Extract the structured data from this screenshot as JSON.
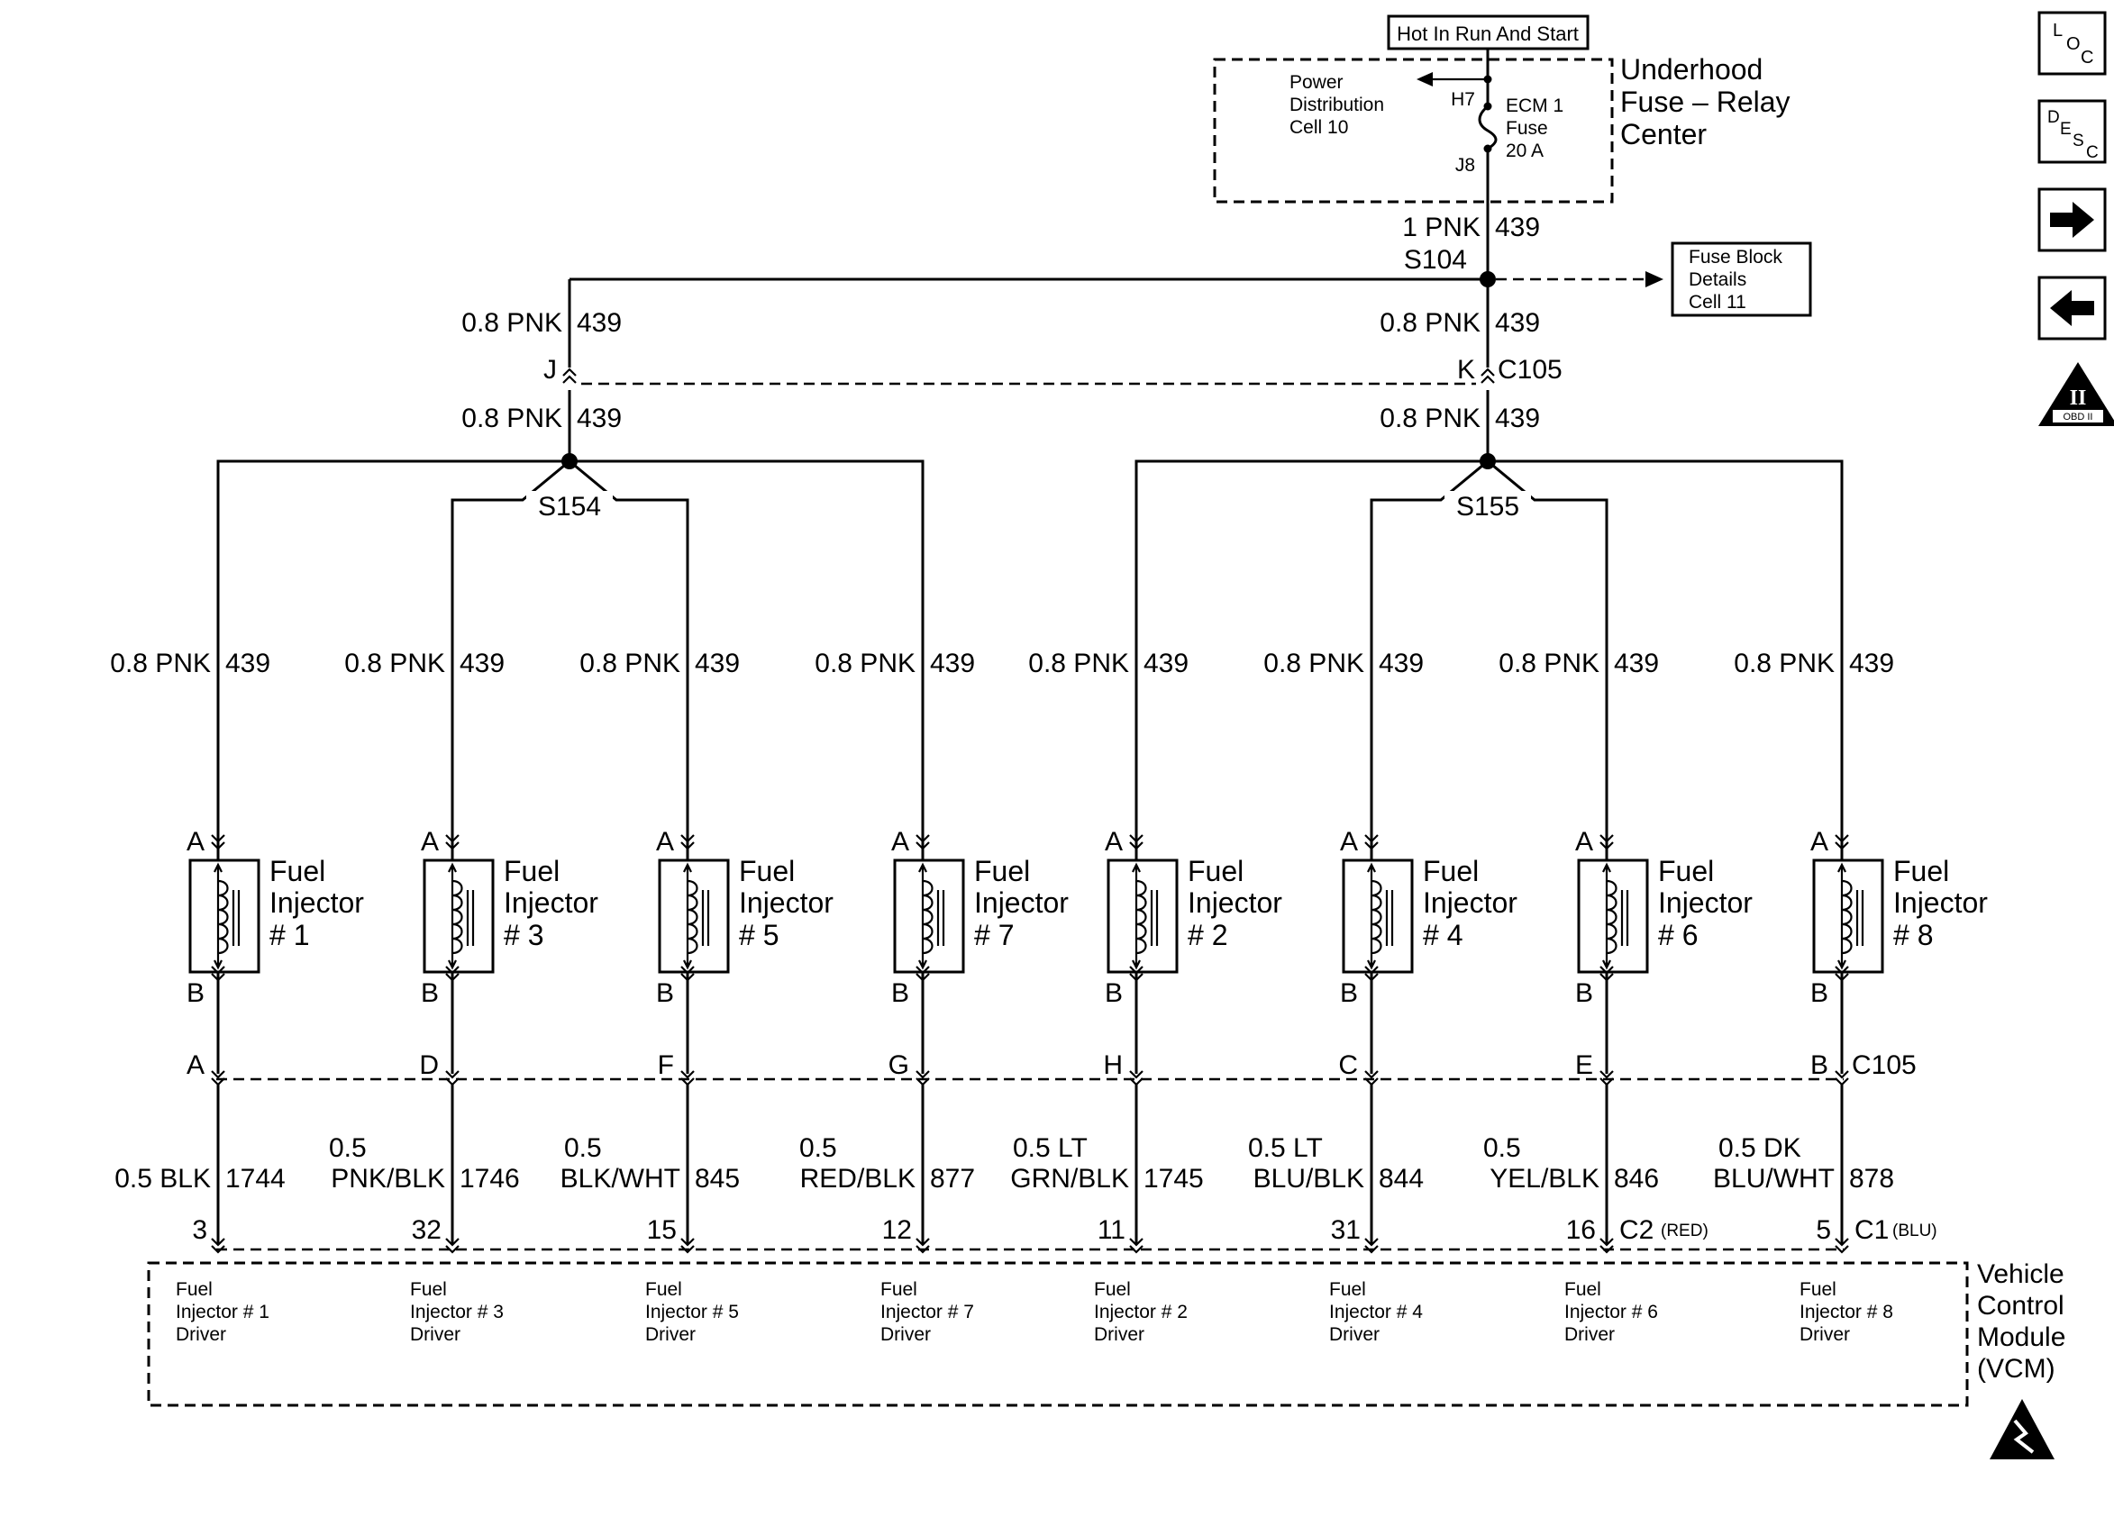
{
  "top": {
    "hot_label": "Hot In Run And Start",
    "fuse_center": [
      "Underhood",
      "Fuse – Relay",
      "Center"
    ],
    "power_dist": [
      "Power",
      "Distribution",
      "Cell 10"
    ],
    "pin_h7": "H7",
    "pin_j8": "J8",
    "fuse": [
      "ECM 1",
      "Fuse",
      "20 A"
    ],
    "feed_wire": "1 PNK",
    "feed_circuit": "439",
    "splice_s104": "S104",
    "fuse_block": [
      "Fuse Block",
      "Details",
      "Cell 11"
    ]
  },
  "branches": {
    "gauge": "0.8 PNK",
    "circuit": "439",
    "conn_j": "J",
    "conn_k": "K",
    "conn_c105": "C105",
    "splice_s154": "S154",
    "splice_s155": "S155"
  },
  "injectors": [
    {
      "label": [
        "Fuel",
        "Injector",
        "# 1"
      ],
      "pin_a": "A",
      "pin_b": "B",
      "c105_pin": "A",
      "wire": [
        "",
        "0.5 BLK"
      ],
      "circuit": "1744",
      "vcm_pin": "3",
      "driver": [
        "Fuel",
        "Injector # 1",
        "Driver"
      ]
    },
    {
      "label": [
        "Fuel",
        "Injector",
        "# 3"
      ],
      "pin_a": "A",
      "pin_b": "B",
      "c105_pin": "D",
      "wire": [
        "0.5",
        "PNK/BLK"
      ],
      "circuit": "1746",
      "vcm_pin": "32",
      "driver": [
        "Fuel",
        "Injector # 3",
        "Driver"
      ]
    },
    {
      "label": [
        "Fuel",
        "Injector",
        "# 5"
      ],
      "pin_a": "A",
      "pin_b": "B",
      "c105_pin": "F",
      "wire": [
        "0.5",
        "BLK/WHT"
      ],
      "circuit": "845",
      "vcm_pin": "15",
      "driver": [
        "Fuel",
        "Injector # 5",
        "Driver"
      ]
    },
    {
      "label": [
        "Fuel",
        "Injector",
        "# 7"
      ],
      "pin_a": "A",
      "pin_b": "B",
      "c105_pin": "G",
      "wire": [
        "0.5",
        "RED/BLK"
      ],
      "circuit": "877",
      "vcm_pin": "12",
      "driver": [
        "Fuel",
        "Injector # 7",
        "Driver"
      ]
    },
    {
      "label": [
        "Fuel",
        "Injector",
        "# 2"
      ],
      "pin_a": "A",
      "pin_b": "B",
      "c105_pin": "H",
      "wire": [
        "0.5 LT",
        "GRN/BLK"
      ],
      "circuit": "1745",
      "vcm_pin": "11",
      "driver": [
        "Fuel",
        "Injector # 2",
        "Driver"
      ]
    },
    {
      "label": [
        "Fuel",
        "Injector",
        "# 4"
      ],
      "pin_a": "A",
      "pin_b": "B",
      "c105_pin": "C",
      "wire": [
        "0.5 LT",
        "BLU/BLK"
      ],
      "circuit": "844",
      "vcm_pin": "31",
      "driver": [
        "Fuel",
        "Injector # 4",
        "Driver"
      ]
    },
    {
      "label": [
        "Fuel",
        "Injector",
        "# 6"
      ],
      "pin_a": "A",
      "pin_b": "B",
      "c105_pin": "E",
      "wire": [
        "0.5",
        "YEL/BLK"
      ],
      "circuit": "846",
      "vcm_pin": "16",
      "driver": [
        "Fuel",
        "Injector # 6",
        "Driver"
      ]
    },
    {
      "label": [
        "Fuel",
        "Injector",
        "# 8"
      ],
      "pin_a": "A",
      "pin_b": "B",
      "c105_pin": "B",
      "wire": [
        "0.5 DK",
        "BLU/WHT"
      ],
      "circuit": "878",
      "vcm_pin": "5",
      "driver": [
        "Fuel",
        "Injector # 8",
        "Driver"
      ]
    }
  ],
  "connectors": {
    "c105": "C105",
    "c2": "C2",
    "c2_color": "(RED)",
    "c1": "C1",
    "c1_color": "(BLU)"
  },
  "vcm": [
    "Vehicle",
    "Control",
    "Module",
    "(VCM)"
  ],
  "nav": {
    "loc": [
      "L",
      "O",
      "C"
    ],
    "desc": [
      "D",
      "E",
      "S",
      "C"
    ],
    "obd": [
      "II",
      "OBD II"
    ]
  }
}
